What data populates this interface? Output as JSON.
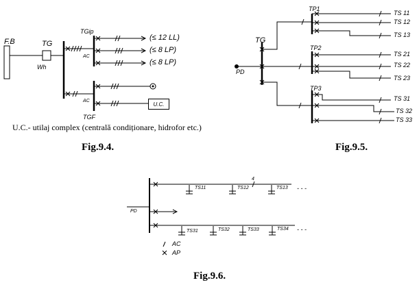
{
  "fig94": {
    "caption": "Fig.9.4.",
    "note": "U.C.- utilaj complex (centrală condiționare, hidrofor etc.)",
    "labels": {
      "fb": "F.B",
      "tg": "TG",
      "wh": "Wh",
      "tgip": "TGip",
      "tgf": "TGF",
      "ac_top": "AC",
      "ac_bottom": "AC",
      "load1": "(≤ 12 LL)",
      "load2": "(≤ 8 LP)",
      "load3": "(≤ 8 LP)",
      "uc": "U.C."
    }
  },
  "fig95": {
    "caption": "Fig.9.5.",
    "labels": {
      "tg": "TG",
      "pd": "PD",
      "tp1": "TP1",
      "tp2": "TP2",
      "tp3": "TP3",
      "ts": [
        "TS 11",
        "TS 12",
        "TS 13",
        "TS 21",
        "TS 22",
        "TS 23",
        "TS 31",
        "TS 32",
        "TS 33"
      ]
    }
  },
  "fig96": {
    "caption": "Fig.9.6.",
    "labels": {
      "pd": "PD",
      "mark4": "4",
      "ts_top": [
        "TS11",
        "TS12",
        "TS13"
      ],
      "ts_bottom": [
        "TS31",
        "TS32",
        "TS33",
        "TS34"
      ],
      "legend_ac": "AC",
      "legend_ap": "AP",
      "dots": "- - -"
    }
  }
}
